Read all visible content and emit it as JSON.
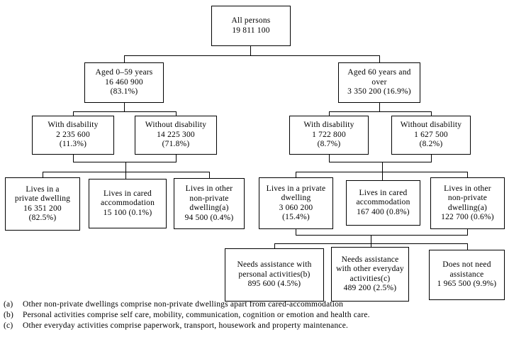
{
  "nodes": {
    "all_persons": {
      "text": "All persons\n19 811 100"
    },
    "aged_0_59": {
      "text": "Aged 0–59 years\n16 460 900\n(83.1%)"
    },
    "aged_60_over": {
      "text": "Aged 60 years and\nover\n3 350 200 (16.9%)"
    },
    "with_disability_0_59": {
      "text": "With disability\n2 235 600\n(11.3%)"
    },
    "without_disability_0_59": {
      "text": "Without disability\n14 225 300\n(71.8%)"
    },
    "with_disability_60": {
      "text": "With disability\n1 722 800\n(8.7%)"
    },
    "without_disability_60": {
      "text": "Without disability\n1 627 500\n(8.2%)"
    },
    "private_dwelling_0_59": {
      "text": "Lives in a\nprivate dwelling\n16 351 200\n(82.5%)"
    },
    "cared_accommodation_0_59": {
      "text": "Lives in cared\naccommodation\n15 100 (0.1%)"
    },
    "other_non_private_0_59": {
      "text": "Lives in other\nnon-private\ndwelling(a)\n94 500 (0.4%)"
    },
    "private_dwelling_60": {
      "text": "Lives in a private\ndwelling\n3 060 200\n(15.4%)"
    },
    "cared_accommodation_60": {
      "text": "Lives in cared\naccommodation\n167 400 (0.8%)"
    },
    "other_non_private_60": {
      "text": "Lives in other\nnon-private\ndwelling(a)\n122 700 (0.6%)"
    },
    "needs_personal_assistance": {
      "text": "Needs assistance with\npersonal activities(b)\n895 600 (4.5%)"
    },
    "needs_everyday_assistance": {
      "text": "Needs assistance\nwith other everyday\nactivities(c)\n489 200 (2.5%)"
    },
    "no_assistance": {
      "text": "Does not need\nassistance\n1 965 500 (9.9%)"
    }
  },
  "footnotes": [
    {
      "marker": "(a)",
      "text": "Other non-private dwellings comprise non-private dwellings apart from cared-accommodation"
    },
    {
      "marker": "(b)",
      "text": "Personal activities comprise self care, mobility, communication, cognition or emotion and health care."
    },
    {
      "marker": "(c)",
      "text": "Other everyday activities comprise paperwork, transport, housework and property maintenance."
    }
  ]
}
